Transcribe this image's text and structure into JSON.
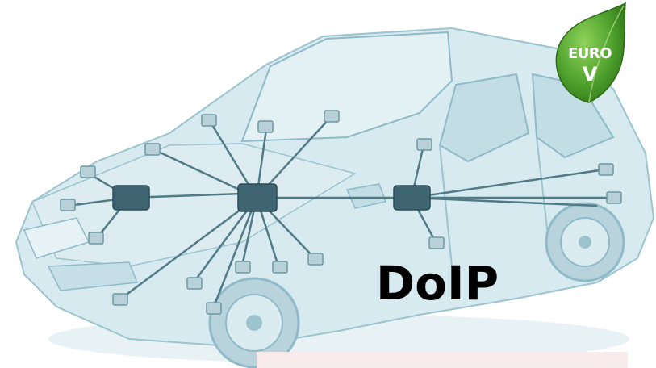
{
  "badge": {
    "line1": "EURO",
    "line2": "V"
  },
  "caption": "DoIP",
  "colors": {
    "car_tint": "#cfe6ec",
    "car_line": "#8fbac7",
    "ecu_box": "#3d6470",
    "wire": "#4f7a86",
    "leaf_green": "#4ea02d",
    "panel": "#f7ebeb"
  }
}
